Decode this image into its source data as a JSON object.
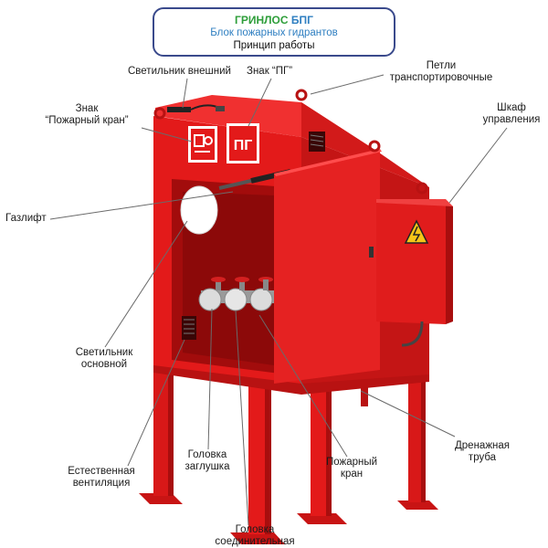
{
  "header": {
    "brand_green": "ГРИНЛОС",
    "brand_blue": "БПГ",
    "subtitle": "Блок пожарных гидрантов",
    "caption": "Принцип работы"
  },
  "labels": {
    "svetilnik_vneshniy": "Светильник внешний",
    "znak_pg": "Знак “ПГ”",
    "petli_1": "Петли",
    "petli_2": "транспортировочные",
    "znak_kran_1": "Знак",
    "znak_kran_2": "“Пожарный кран”",
    "shkaf_1": "Шкаф",
    "shkaf_2": "управления",
    "gazlift": "Газлифт",
    "svetilnik_osn_1": "Светильник",
    "svetilnik_osn_2": "основной",
    "drenazh_1": "Дренажная",
    "drenazh_2": "труба",
    "golovka_zagl_1": "Головка",
    "golovka_zagl_2": "заглушка",
    "pozh_kran_1": "Пожарный",
    "pozh_kran_2": "кран",
    "vent_1": "Естественная",
    "vent_2": "вентиляция",
    "golovka_soed_1": "Головка",
    "golovka_soed_2": "соединительная"
  },
  "sign_text": "ПГ",
  "colors": {
    "cabinet_red": "#e31a1a",
    "cabinet_dark": "#b01010",
    "frame_blue": "#3a4a8c",
    "brand_green": "#2e9e3a",
    "brand_blue": "#2f7fc1",
    "warning_yellow": "#f5c518"
  },
  "icons": [
    "fire-hydrant-sign-icon",
    "electrical-hazard-icon"
  ]
}
